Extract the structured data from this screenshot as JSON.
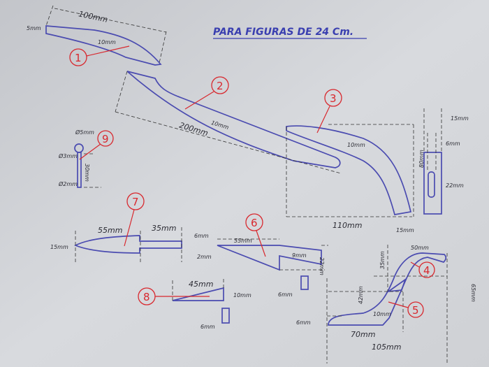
{
  "title": "PARA FIGURAS DE 24 Cm.",
  "colors": {
    "paper": "#d6d8dc",
    "outline": "#4a4bb0",
    "callout": "#d8282e",
    "dimension": "#333333"
  },
  "parts": {
    "p1": {
      "number": "1",
      "length": "100mm",
      "end_width": "5mm",
      "width": "10mm"
    },
    "p2": {
      "number": "2",
      "length": "200mm",
      "width": "10mm"
    },
    "p3": {
      "number": "3",
      "width": "10mm",
      "length": "110mm",
      "foot": "15mm",
      "height": "80mm",
      "side_width": "15mm",
      "slot_width": "6mm",
      "slot_length": "22mm"
    },
    "p4": {
      "number": "4",
      "width": "50mm",
      "height": "65mm",
      "drop": "35mm"
    },
    "p5": {
      "number": "5",
      "height": "42mm",
      "width": "10mm",
      "base": "6mm",
      "length": "70mm",
      "total": "105mm"
    },
    "p6": {
      "number": "6",
      "length": "55mm",
      "slot": "9mm",
      "height": "22mm",
      "thickness": "6mm"
    },
    "p7": {
      "number": "7",
      "length": "55mm",
      "tenon": "35mm",
      "height": "15mm",
      "tenon_height": "6mm",
      "thickness": "2mm"
    },
    "p8": {
      "number": "8",
      "length": "45mm",
      "height": "10mm",
      "thickness": "6mm"
    },
    "p9": {
      "number": "9",
      "head": "Ø5mm",
      "neck": "Ø3mm",
      "shaft": "Ø2mm",
      "length": "30mm"
    }
  }
}
